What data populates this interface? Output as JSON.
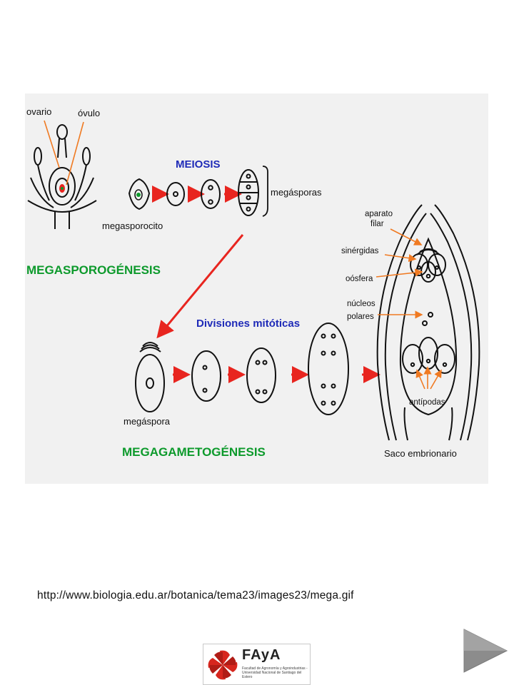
{
  "diagram": {
    "labels": {
      "ovario": "ovario",
      "ovulo": "óvulo",
      "meiosis": "MEIOSIS",
      "megasporocito": "megasporocito",
      "megasporas": "megásporas",
      "megasporogenesis": "MEGASPOROGÉNESIS",
      "divisiones": "Divisiones mitóticas",
      "megaspora": "megáspora",
      "megagametogenesis": "MEGAGAMETOGÉNESIS",
      "aparato_l1": "aparato",
      "aparato_l2": "filar",
      "sinergidas": "sinérgidas",
      "oosfera": "oósfera",
      "nucleos_l1": "núcleos",
      "nucleos_l2": "polares",
      "antipodas": "antípodas",
      "saco": "Saco embrionario"
    },
    "colors": {
      "meiosis_heading": "#1f2bb8",
      "stage_heading": "#0d9a2c",
      "arrows": "#e8251f",
      "leader_lines": "#f07a22"
    }
  },
  "footer": {
    "source_url": "http://www.biologia.edu.ar/botanica/tema23/images23/mega.gif",
    "logo_text": "FAyA",
    "logo_subtitle": "Facultad de Agronomía y Agroindustrias - Universidad Nacional de Santiago del Estero",
    "next_icon": "play-triangle-icon"
  }
}
